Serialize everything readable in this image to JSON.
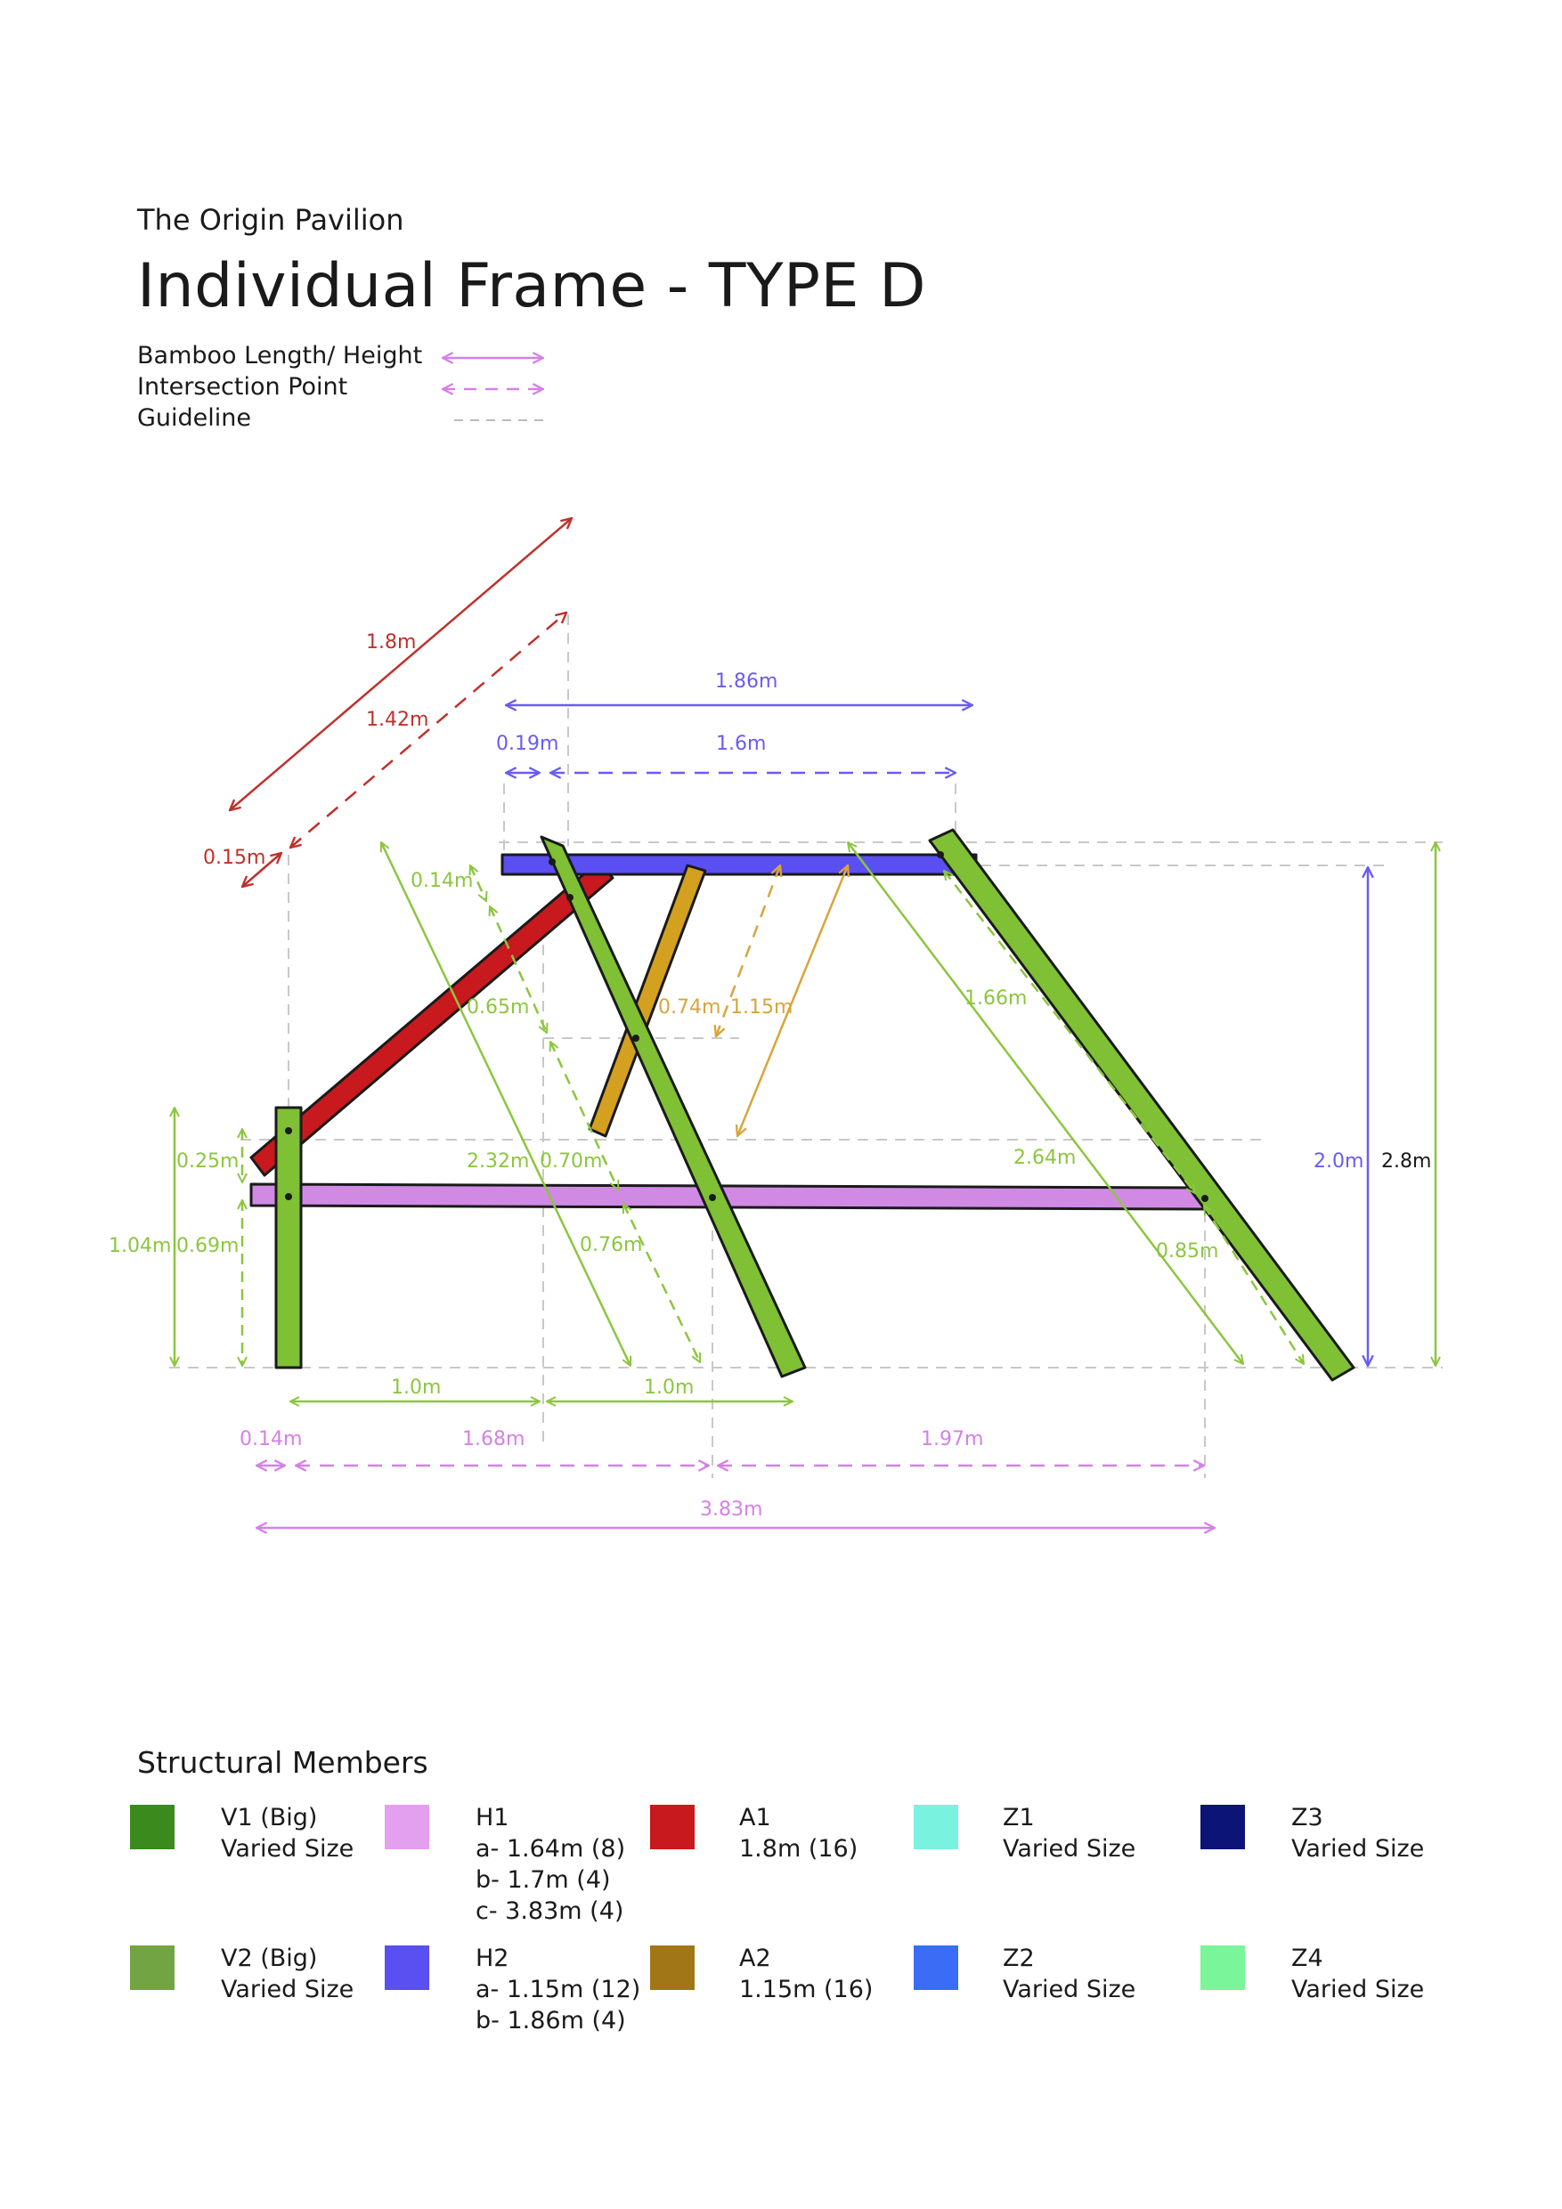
{
  "header": {
    "subtitle": "The Origin Pavilion",
    "title": "Individual Frame - TYPE D"
  },
  "legend": {
    "items": [
      {
        "label": "Bamboo Length/ Height",
        "style": "solid-arrow",
        "color": "#d580e8"
      },
      {
        "label": "Intersection Point",
        "style": "dashed-arrow",
        "color": "#d580e8"
      },
      {
        "label": "Guideline",
        "style": "dashed-line",
        "color": "#bbbbbb"
      }
    ]
  },
  "dimensions": {
    "red_a1": "1.8m",
    "red_a1_dashed": "1.42m",
    "red_small": "0.15m",
    "top_h2": "1.86m",
    "top_small": "0.19m",
    "top_dashed": "1.6m",
    "green_014": "0.14m",
    "green_065": "0.65m",
    "green_232": "2.32m",
    "green_070": "0.70m",
    "green_076": "0.76m",
    "orange_074": "0.74m",
    "orange_115": "1.15m",
    "green_166": "1.66m",
    "green_264": "2.64m",
    "green_085": "0.85m",
    "left_025": "0.25m",
    "left_104": "1.04m",
    "left_069": "0.69m",
    "right_20": "2.0m",
    "right_28": "2.8m",
    "bottom_10a": "1.0m",
    "bottom_10b": "1.0m",
    "bottom_014": "0.14m",
    "bottom_168": "1.68m",
    "bottom_197": "1.97m",
    "bottom_383": "3.83m"
  },
  "members": {
    "title": "Structural Members",
    "items": [
      {
        "color": "#3a8a1e",
        "lines": [
          "V1 (Big)",
          "Varied Size"
        ]
      },
      {
        "color": "#e3a0ee",
        "lines": [
          "H1",
          "a- 1.64m (8)",
          "b- 1.7m (4)",
          "c- 3.83m (4)"
        ]
      },
      {
        "color": "#c8191e",
        "lines": [
          "A1",
          "1.8m (16)"
        ]
      },
      {
        "color": "#7af2e0",
        "lines": [
          "Z1",
          "Varied Size"
        ]
      },
      {
        "color": "#0c1577",
        "lines": [
          "Z3",
          "Varied Size"
        ]
      },
      {
        "color": "#73a444",
        "lines": [
          "V2 (Big)",
          "Varied Size"
        ]
      },
      {
        "color": "#5a4ff0",
        "lines": [
          "H2",
          "a- 1.15m (12)",
          "b- 1.86m (4)"
        ]
      },
      {
        "color": "#a17617",
        "lines": [
          "A2",
          "1.15m (16)"
        ]
      },
      {
        "color": "#3a6cf5",
        "lines": [
          "Z2",
          "Varied Size"
        ]
      },
      {
        "color": "#7af59a",
        "lines": [
          "Z4",
          "Varied Size"
        ]
      }
    ]
  },
  "colors": {
    "green_bamboo": "#7fc034",
    "green_dim": "#8cc63f",
    "purple_bar": "#5a4ff0",
    "lilac_bar": "#d08ae4",
    "red_bar": "#c8191e",
    "orange_bar": "#d4a020",
    "red_dim": "#c0302b",
    "orange_dim": "#d9a43a",
    "lilac_dim": "#d580e8",
    "blue_dim": "#6a5cf0",
    "guide": "#c8c8c8"
  }
}
